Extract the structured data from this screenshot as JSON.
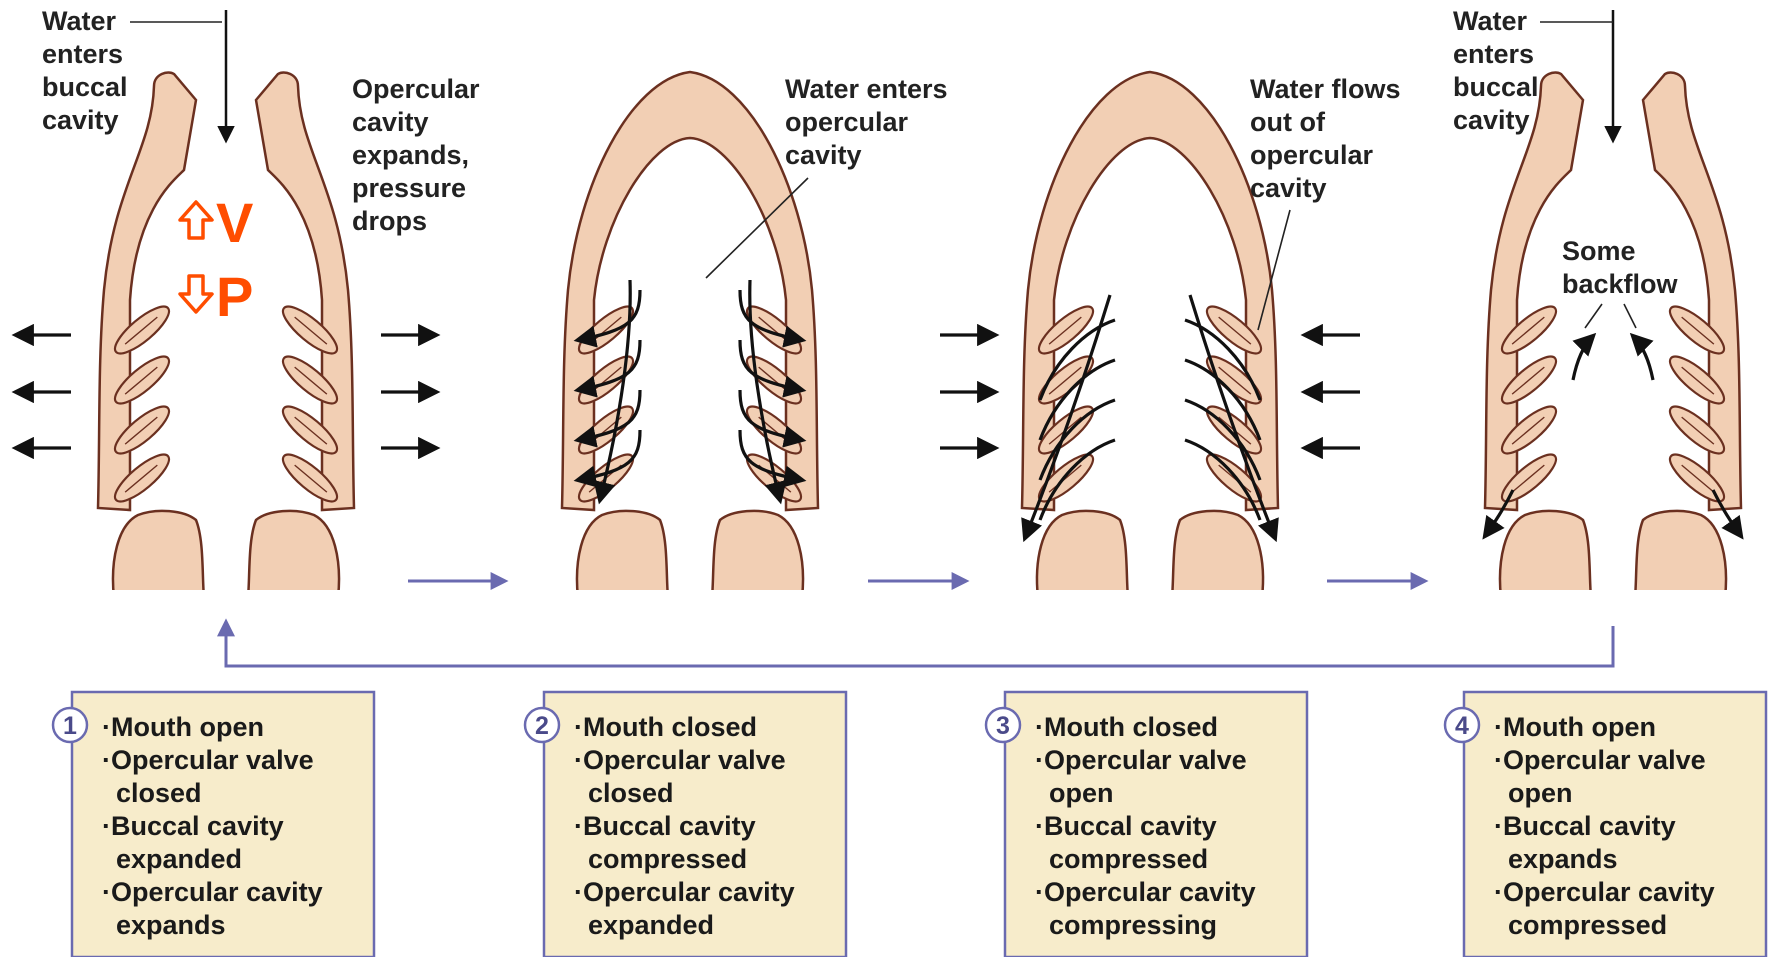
{
  "labels": {
    "panel1_water": [
      "Water",
      "enters",
      "buccal",
      "cavity"
    ],
    "panel1_opercular": [
      "Opercular",
      "cavity",
      "expands,",
      "pressure",
      "drops"
    ],
    "panel1_volume": "V",
    "panel1_pressure": "P",
    "panel2_water": [
      "Water enters",
      "opercular",
      "cavity"
    ],
    "panel3_water": [
      "Water flows",
      "out of",
      "opercular",
      "cavity"
    ],
    "panel4_water": [
      "Water",
      "enters",
      "buccal",
      "cavity"
    ],
    "panel4_backflow": [
      "Some",
      "backflow"
    ]
  },
  "steps": [
    {
      "number": "1",
      "lines": [
        "·Mouth open",
        "·Opercular valve",
        "closed",
        "·Buccal cavity",
        "expanded",
        "·Opercular cavity",
        "expands"
      ]
    },
    {
      "number": "2",
      "lines": [
        "·Mouth closed",
        "·Opercular valve",
        "closed",
        "·Buccal cavity",
        "compressed",
        "·Opercular cavity",
        "expanded"
      ]
    },
    {
      "number": "3",
      "lines": [
        "·Mouth closed",
        "·Opercular valve",
        "open",
        "·Buccal cavity",
        "compressed",
        "·Opercular cavity",
        "compressing"
      ]
    },
    {
      "number": "4",
      "lines": [
        "·Mouth open",
        "·Opercular valve",
        "open",
        "·Buccal cavity",
        "expands",
        "·Opercular cavity",
        "compressed"
      ]
    }
  ],
  "colors": {
    "flesh": "#f2cfb4",
    "outline": "#6b3020",
    "box_fill": "#f7eccb",
    "box_border": "#6a6ab0",
    "highlight": "#ff4d00"
  }
}
